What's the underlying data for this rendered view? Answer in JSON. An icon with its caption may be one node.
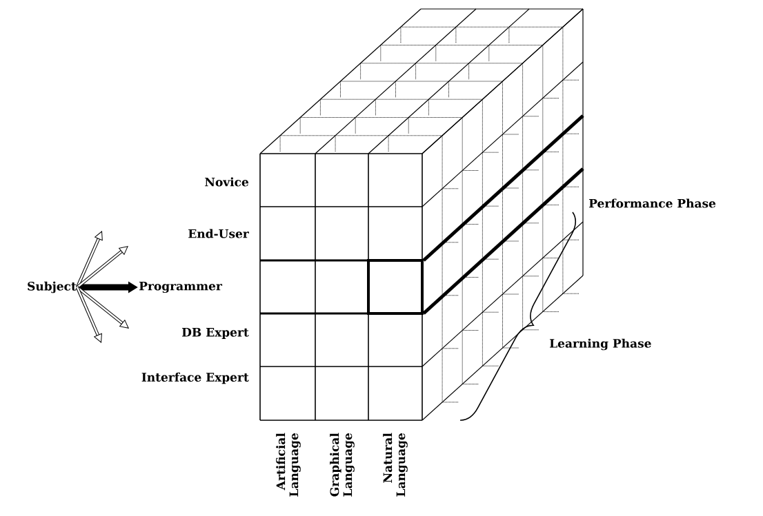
{
  "diagram": {
    "nodes": [
      {
        "text": [
          "Subject"
        ]
      },
      {
        "text": [
          "Programmer"
        ]
      }
    ],
    "edges": [
      {
        "from": 0,
        "to": 1,
        "arrow": "to",
        "style": "thick"
      },
      {
        "from": 0,
        "to": null,
        "arrow": "to"
      },
      {
        "from": 0,
        "to": null,
        "arrow": "to"
      },
      {
        "from": 0,
        "to": null,
        "arrow": "to"
      },
      {
        "from": 0,
        "to": null,
        "arrow": "to"
      }
    ],
    "labels": [
      "Novice",
      "End-User",
      "DB Expert",
      "Interface Expert",
      "Performance Phase",
      "Learning Phase",
      "Artificial Language",
      "Graphical Language",
      "Natural Language"
    ]
  }
}
